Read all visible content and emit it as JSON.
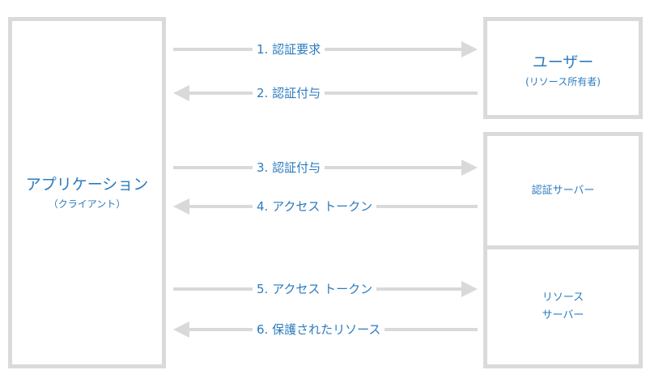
{
  "application": {
    "title": "アプリケーション",
    "subtitle": "（クライアント）"
  },
  "user": {
    "title": "ユーザー",
    "subtitle": "(リソース所有者)"
  },
  "auth_server": {
    "title": "認証サーバー"
  },
  "resource_server": {
    "line1": "リソース",
    "line2": "サーバー"
  },
  "steps": [
    {
      "label": "1. 認証要求",
      "direction": "right"
    },
    {
      "label": "2. 認証付与",
      "direction": "left"
    },
    {
      "label": "3. 認証付与",
      "direction": "right"
    },
    {
      "label": "4. アクセス トークン",
      "direction": "left"
    },
    {
      "label": "5. アクセス トークン",
      "direction": "right"
    },
    {
      "label": "6. 保護されたリソース",
      "direction": "left"
    }
  ],
  "colors": {
    "text": "#2b7bbf",
    "border": "#dadada",
    "arrow": "#d9d9d9"
  }
}
